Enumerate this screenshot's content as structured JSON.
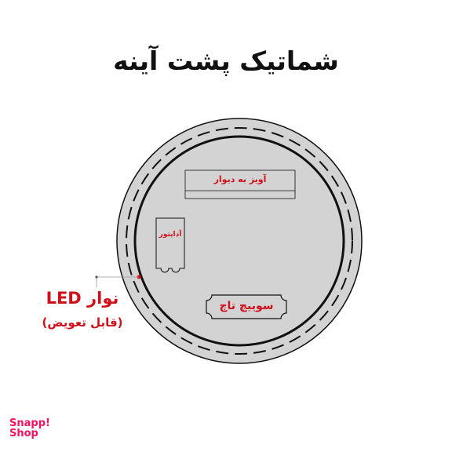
{
  "title": "شماتیک پشت آینه",
  "labels": {
    "wall_mount": "آویز به دیوار",
    "adapter": "آداپتور",
    "touch_switch": "سوییچ تاچ",
    "led_strip": "نوار LED",
    "led_strip_note": "(قابل تعویض)"
  },
  "logo": {
    "line1": "Snapp!",
    "line2": "Shop"
  },
  "colors": {
    "mirror_fill": "#d3d3d3",
    "outline": "#111111",
    "label_red": "#d0101b",
    "brand": "#ff0f5f"
  }
}
